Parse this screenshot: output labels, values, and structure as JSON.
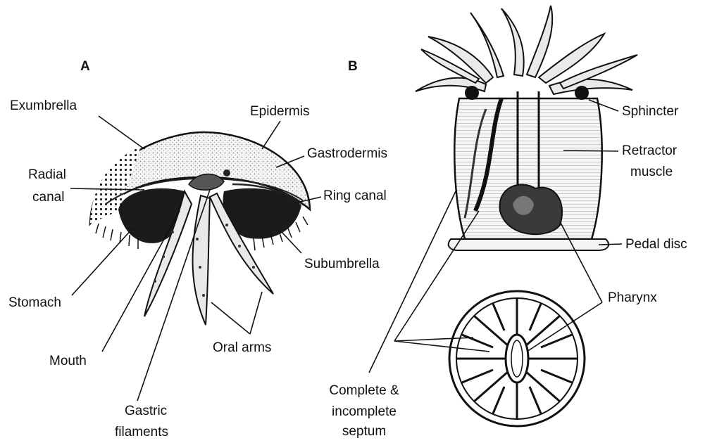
{
  "panels": {
    "a": {
      "letter": "A",
      "labels": {
        "exumbrella": "Exumbrella",
        "epidermis": "Epidermis",
        "gastrodermis": "Gastrodermis",
        "radial_canal_1": "Radial",
        "radial_canal_2": "canal",
        "ring_canal": "Ring canal",
        "subumbrella": "Subumbrella",
        "stomach": "Stomach",
        "oral_arms": "Oral arms",
        "mouth": "Mouth",
        "gastric_filaments_1": "Gastric",
        "gastric_filaments_2": "filaments"
      }
    },
    "b": {
      "letter": "B",
      "labels": {
        "sphincter": "Sphincter",
        "retractor_muscle_1": "Retractor",
        "retractor_muscle_2": "muscle",
        "pedal_disc": "Pedal disc",
        "pharynx": "Pharynx",
        "septum_1": "Complete &",
        "septum_2": "incomplete",
        "septum_3": "septum"
      }
    }
  }
}
